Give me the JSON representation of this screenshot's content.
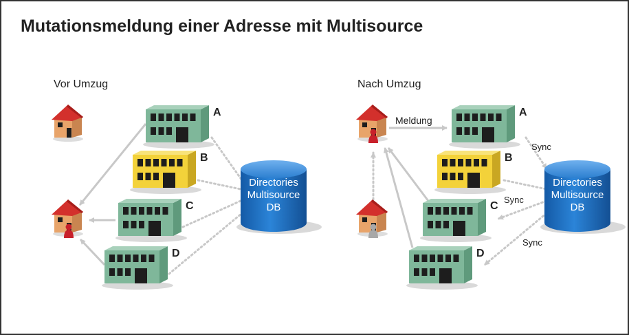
{
  "title": "Mutationsmeldung einer Adresse mit Multisource",
  "left_panel": {
    "label": "Vor  Umzug",
    "buildings": [
      "A",
      "B",
      "C",
      "D"
    ],
    "db": [
      "Directories",
      "Multisource",
      "DB"
    ]
  },
  "right_panel": {
    "label": "Nach Umzug",
    "buildings": [
      "A",
      "B",
      "C",
      "D"
    ],
    "db": [
      "Directories",
      "Multisource",
      "DB"
    ],
    "meldung": "Meldung",
    "sync_labels": [
      "Sync",
      "Sync",
      "Sync"
    ]
  },
  "colors": {
    "building_green": "#7fb79a",
    "building_yellow": "#f3d23a",
    "db_blue": "#1f6fc4",
    "house_wall": "#e8a46a",
    "house_roof": "#d3302c",
    "person_red": "#c8202a",
    "person_grey": "#a8a8a8",
    "arrow_grey": "#c8c8c8"
  }
}
